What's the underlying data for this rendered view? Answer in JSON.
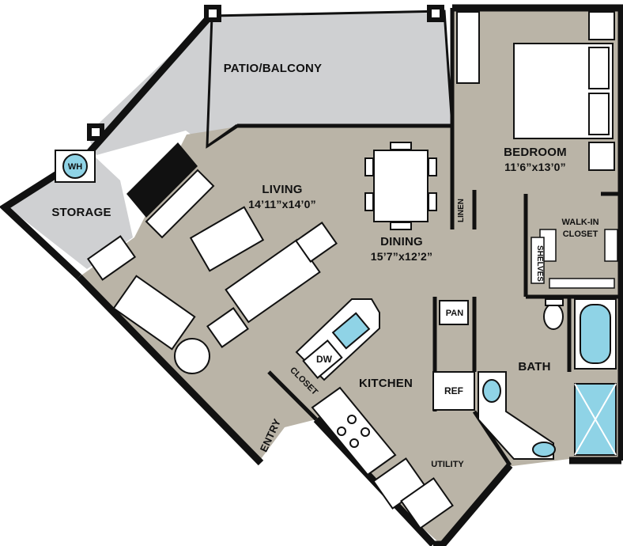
{
  "rooms": {
    "patio": {
      "name": "PATIO/BALCONY"
    },
    "bedroom": {
      "name": "BEDROOM",
      "size": "11’6”x13’0”"
    },
    "living": {
      "name": "LIVING",
      "size": "14’11”x14’0”"
    },
    "dining": {
      "name": "DINING",
      "size": "15’7”x12’2”"
    },
    "storage": {
      "name": "STORAGE"
    },
    "kitchen": {
      "name": "KITCHEN"
    },
    "bath": {
      "name": "BATH"
    },
    "utility": {
      "name": "UTILITY"
    },
    "walk_in_closet": {
      "line1": "WALK-IN",
      "line2": "CLOSET"
    },
    "closet": {
      "name": "CLOSET"
    }
  },
  "fixtures": {
    "water_heater": "WH",
    "dishwasher": "DW",
    "refrigerator": "REF",
    "pantry": "PAN",
    "linen": "LINEN",
    "shelves": "SHELVES"
  },
  "entry": "ENTRY",
  "colors": {
    "floor": "#bab4a7",
    "patio": "#cfd0d2",
    "wall": "#111111",
    "fixture": "#ffffff",
    "water": "#8fd3e6"
  }
}
